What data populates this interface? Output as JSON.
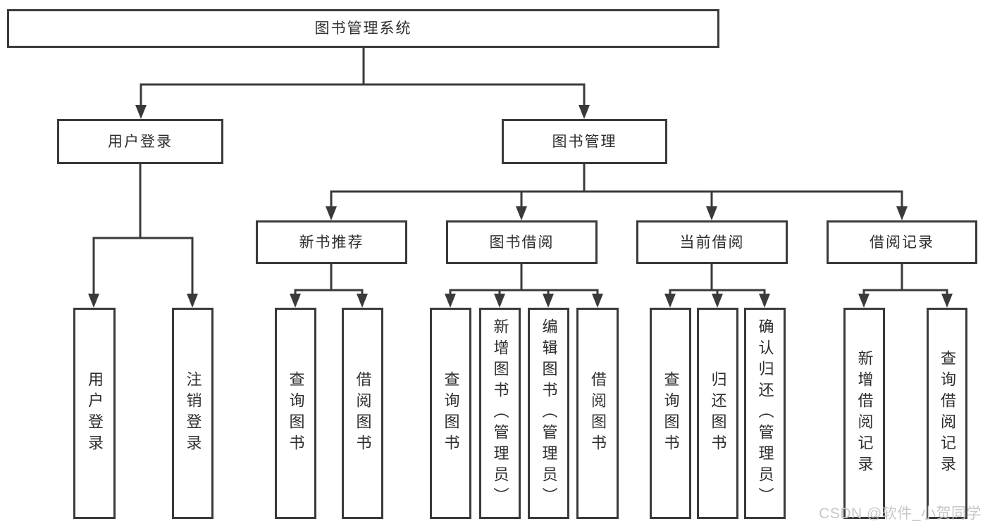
{
  "tree": {
    "root": {
      "label": "图书管理系统"
    },
    "level2": [
      {
        "label": "用户登录"
      },
      {
        "label": "图书管理"
      }
    ],
    "level3": [
      {
        "label": "新书推荐"
      },
      {
        "label": "图书借阅"
      },
      {
        "label": "当前借阅"
      },
      {
        "label": "借阅记录"
      }
    ],
    "leaves": [
      {
        "label": "用户登录"
      },
      {
        "label": "注销登录"
      },
      {
        "label": "查询图书"
      },
      {
        "label": "借阅图书"
      },
      {
        "label": "查询图书"
      },
      {
        "label": "新增图书（管理员）"
      },
      {
        "label": "编辑图书（管理员）"
      },
      {
        "label": "借阅图书"
      },
      {
        "label": "查询图书"
      },
      {
        "label": "归还图书"
      },
      {
        "label": "确认归还（管理员）"
      },
      {
        "label": "新增借阅记录"
      },
      {
        "label": "查询借阅记录"
      }
    ]
  },
  "watermark": {
    "text": "CSDN @软件_小贺同学"
  },
  "colors": {
    "line": "#3a3a3a",
    "text": "#2f2f2f",
    "watermark": "#c7c7c7",
    "background": "#ffffff"
  }
}
